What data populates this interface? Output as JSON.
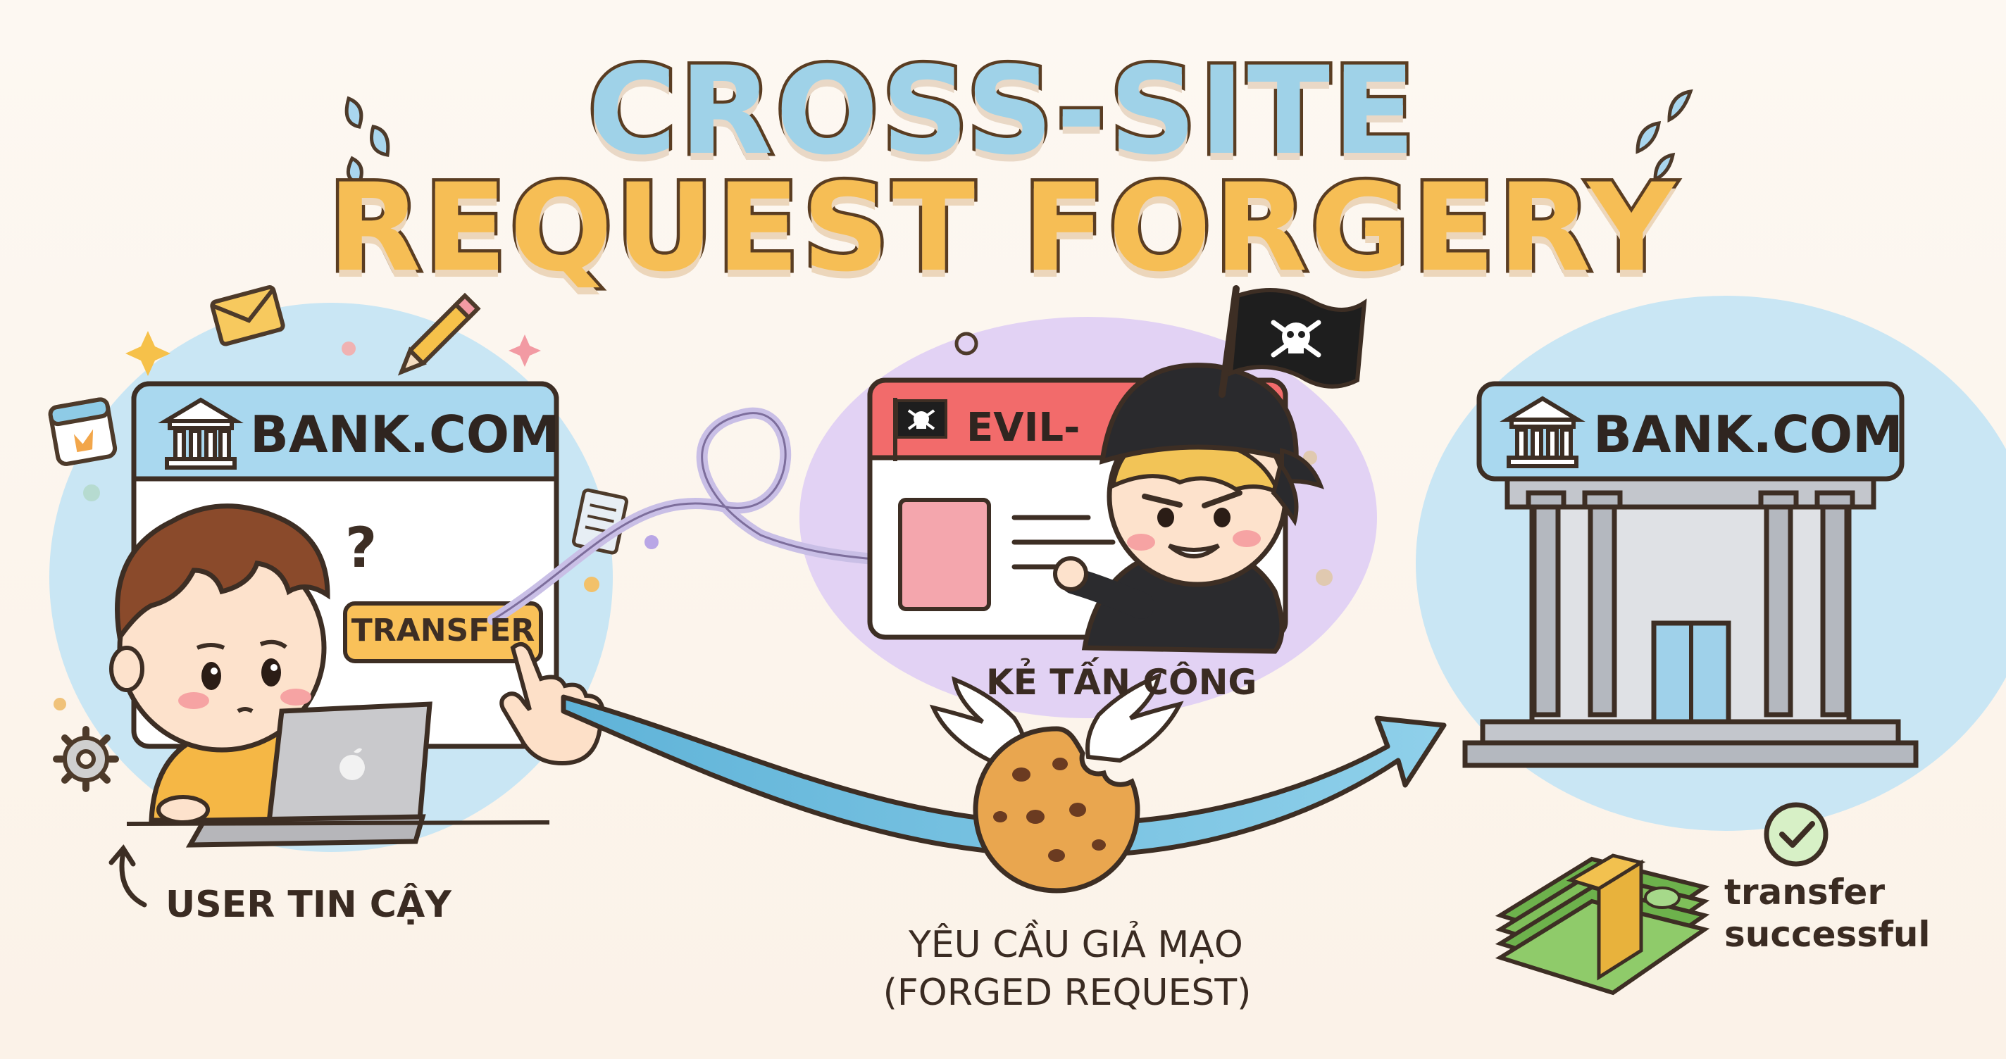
{
  "title": {
    "line1": "CROSS-SITE",
    "line2": "REQUEST FORGERY"
  },
  "user_panel": {
    "domain": "BANK.COM",
    "button_label": "TRANSFER",
    "question_mark": "?",
    "caption": "USER TIN CẬY"
  },
  "attacker_panel": {
    "domain": "EVIL-",
    "caption": "KẺ TẤN CÔNG"
  },
  "request": {
    "caption_line1": "YÊU CẦU GIẢ MẠO",
    "caption_line2": "(FORGED REQUEST)"
  },
  "bank": {
    "domain": "BANK.COM",
    "result_line1": "transfer",
    "result_line2": "successful"
  },
  "colors": {
    "title_blue": "#9fd2e8",
    "title_orange": "#f6be55",
    "outline": "#5a3d22",
    "sky_blue": "#bfe1f2",
    "attacker_red": "#f26b6b",
    "attacker_purple": "#dcc8f2",
    "button_orange": "#f9c159",
    "arrow_blue": "#8ecbe6",
    "cash_green": "#7fbf5a",
    "check_green": "#6fbf5a"
  },
  "icons": [
    "bank-building-icon",
    "envelope-icon",
    "pencil-icon",
    "sparkle-icon",
    "calendar-icon",
    "gear-icon",
    "document-icon",
    "pirate-flag-icon",
    "skull-icon",
    "laptop-icon",
    "apple-logo-icon",
    "cookie-icon",
    "wings-icon",
    "curved-arrow-icon",
    "check-circle-icon",
    "money-stack-icon",
    "water-drop-icon",
    "pointer-hand-icon"
  ]
}
